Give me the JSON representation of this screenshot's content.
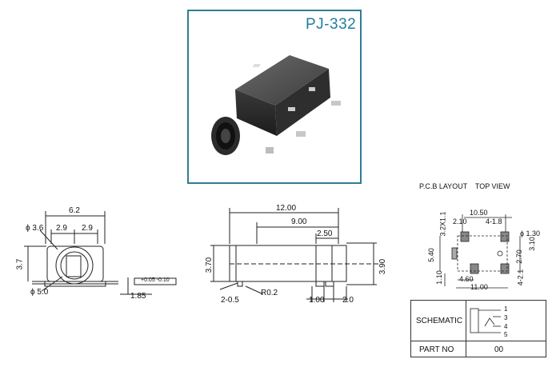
{
  "product": {
    "title": "PJ-332"
  },
  "front_view": {
    "dims": {
      "width_62": "6.2",
      "phi_36": "ϕ 3.6",
      "pitch_a": "2.9",
      "pitch_b": "2.9",
      "height_37": "3.7",
      "phi_50": "ϕ 5.0",
      "standoff": "1.85",
      "tolerance": "+0.05 -0.10"
    }
  },
  "side_view": {
    "dims": {
      "length_1200": "12.00",
      "length_900": "9.00",
      "length_250": "2.50",
      "height_370": "3.70",
      "height_390": "3.90",
      "radius": "R0.2",
      "lead": "2-0.5",
      "pad_100": "1.00",
      "pad_20": "2.0"
    }
  },
  "pcb_layout": {
    "heading": "P.C.B LAYOUT    TOP VIEW",
    "dims": {
      "w_1050": "10.50",
      "d_210": "2.10",
      "d_418": "4-1.8",
      "pad_3211": "3.2X1.1",
      "h_540": "5.40",
      "hole_130": "ϕ 1.30",
      "d_270": "2.70",
      "d_310": "3.10",
      "d_421": "4-2.1",
      "d_110": "1.10",
      "d_460": "4.60",
      "w_1100": "11.00"
    }
  },
  "schematic_table": {
    "row1_label": "SCHEMATIC",
    "row2_label": "PART NO",
    "part_no": "00",
    "pins": [
      "1",
      "3",
      "4",
      "5"
    ]
  }
}
